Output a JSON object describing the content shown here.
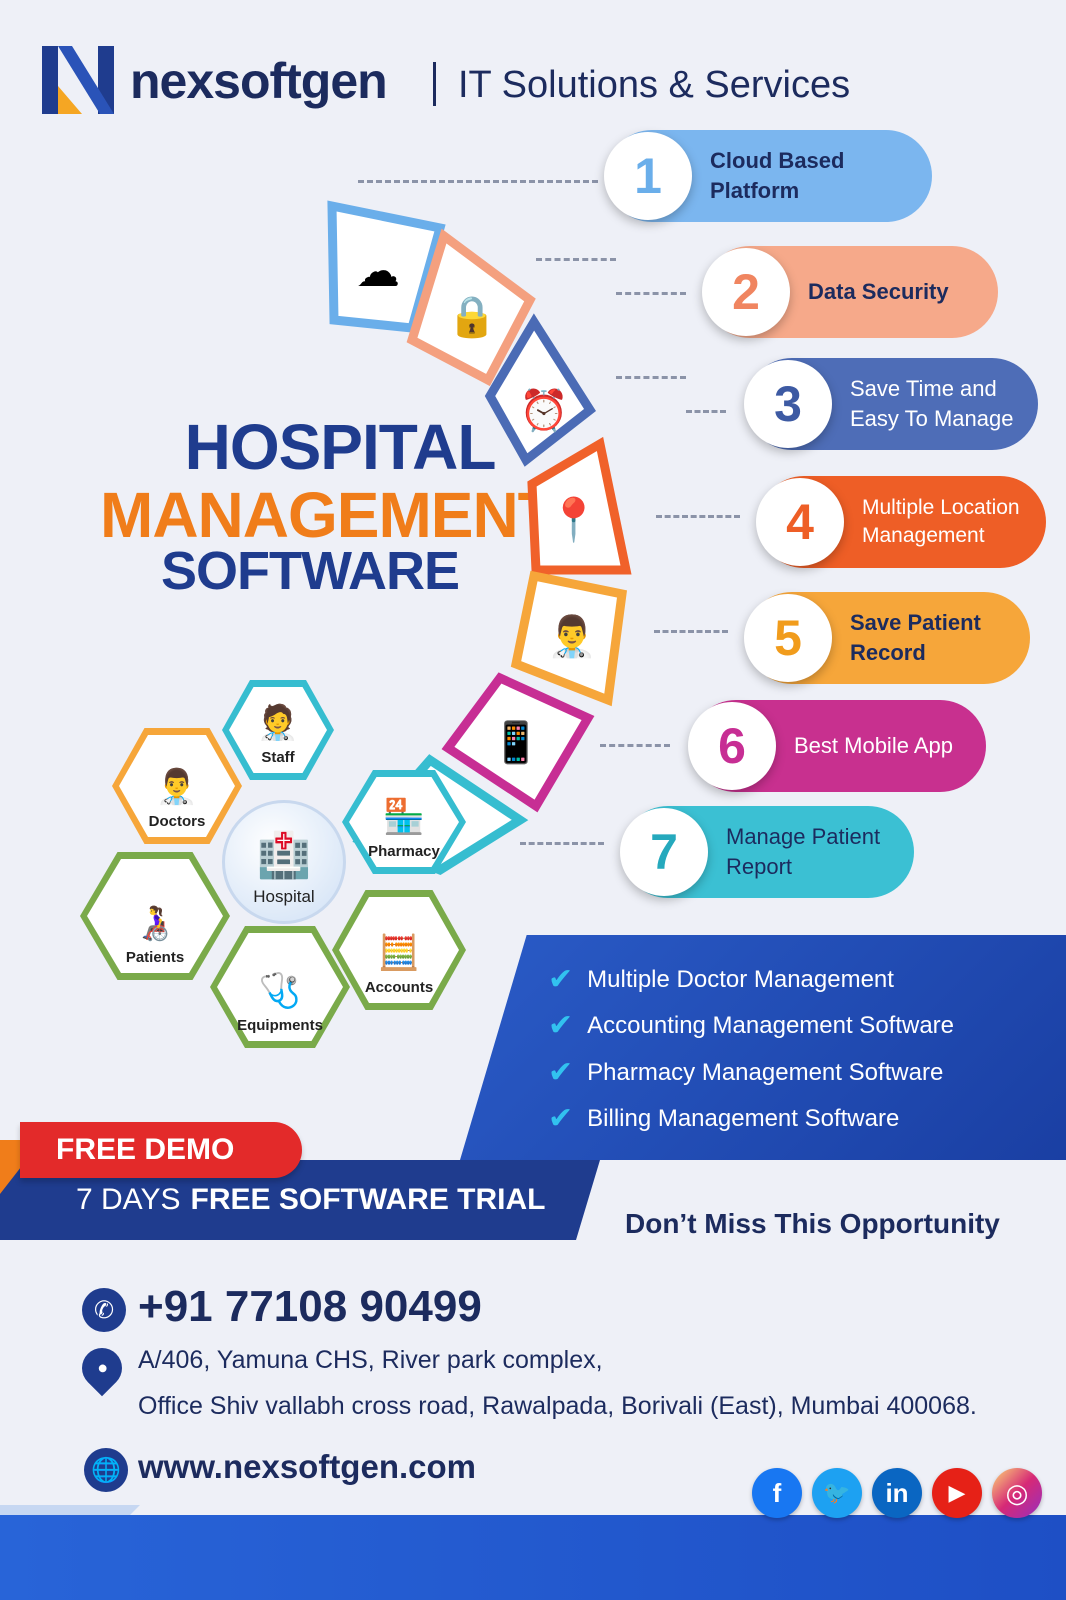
{
  "header": {
    "brand": "nexsoftgen",
    "tagline": "IT Solutions & Services"
  },
  "title": {
    "line1": "HOSPITAL",
    "line2": "MANAGEMENT",
    "line3": "SOFTWARE"
  },
  "features": [
    {
      "num": "1",
      "label": "Cloud Based\nPlatform",
      "color": "#6aaeea",
      "icon": "cloud-network-icon"
    },
    {
      "num": "2",
      "label": "Data Security",
      "color": "#f4a07f",
      "icon": "server-lock-icon"
    },
    {
      "num": "3",
      "label": "Save Time and\nEasy To Manage",
      "color": "#4b6bb5",
      "icon": "clock-hands-icon"
    },
    {
      "num": "4",
      "label": "Multiple Location\nManagement",
      "color": "#f0612a",
      "icon": "map-pin-icon"
    },
    {
      "num": "5",
      "label": "Save Patient\nRecord",
      "color": "#f6a63a",
      "icon": "patient-record-icon"
    },
    {
      "num": "6",
      "label": "Best Mobile App",
      "color": "#c72e94",
      "icon": "mobile-app-icon"
    },
    {
      "num": "7",
      "label": "Manage Patient\nReport",
      "color": "#36bdd0",
      "icon": "patient-report-icon"
    }
  ],
  "modules": {
    "staff": "Staff",
    "doctors": "Doctors",
    "hospital": "Hospital",
    "pharmacy": "Pharmacy",
    "patients": "Patients",
    "equipments": "Equipments",
    "accounts": "Accounts"
  },
  "checklist": [
    "Multiple Doctor Management",
    "Accounting Management Software",
    "Pharmacy Management Software",
    "Billing Management Software"
  ],
  "promo": {
    "free_demo": "FREE DEMO",
    "trial_prefix": "7 DAYS",
    "trial_bold": "FREE SOFTWARE TRIAL",
    "opportunity": "Don’t Miss This Opportunity"
  },
  "contact": {
    "phone": "+91 77108 90499",
    "address_line1": "A/406, Yamuna CHS, River park complex,",
    "address_line2": "Office Shiv vallabh cross road, Rawalpada, Borivali (East), Mumbai 400068.",
    "website": "www.nexsoftgen.com"
  },
  "social": [
    {
      "name": "facebook-icon",
      "glyph": "f",
      "color": "#1877f2"
    },
    {
      "name": "twitter-icon",
      "glyph": "🐦",
      "color": "#1da1f2"
    },
    {
      "name": "linkedin-icon",
      "glyph": "in",
      "color": "#0a66c2"
    },
    {
      "name": "youtube-icon",
      "glyph": "▶",
      "color": "#e62117"
    },
    {
      "name": "instagram-icon",
      "glyph": "◎",
      "color": "#d6249f"
    }
  ]
}
